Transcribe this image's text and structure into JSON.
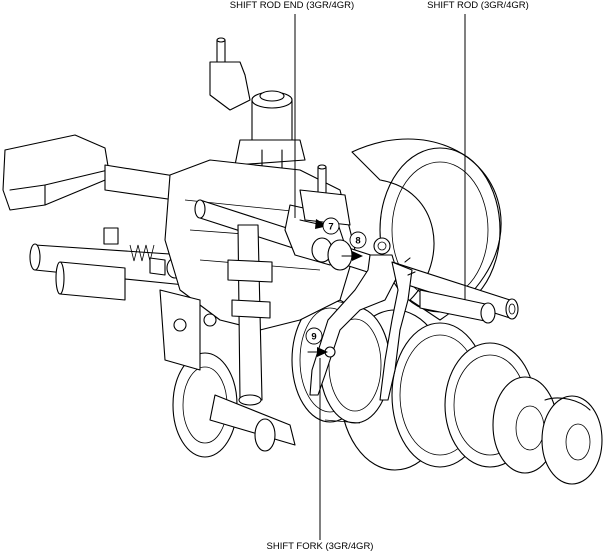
{
  "callouts": {
    "shift_rod_end": "SHIFT ROD END (3GR/4GR)",
    "shift_rod": "SHIFT ROD (3GR/4GR)",
    "shift_fork": "SHIFT FORK (3GR/4GR)"
  },
  "steps": [
    {
      "number": "7"
    },
    {
      "number": "8"
    },
    {
      "number": "9"
    }
  ],
  "colors": {
    "line": "#000000",
    "background": "#ffffff"
  }
}
